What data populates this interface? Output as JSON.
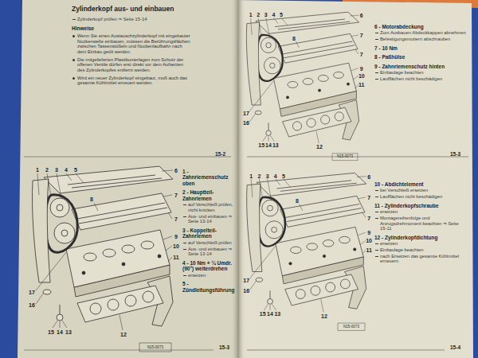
{
  "diagram": {
    "title": "Zylinderkopf aus- und einbauen",
    "labels": [
      "Zylinderkopf prüfen ⇒ Seite 15-14",
      "Hinweise",
      "Wenn Sie einen Austauschzylinderkopf mit eingebauter Nockenwelle einbauen, müssen die Berührungsflächen zwischen Tassenstößeln und Nockenlaufbahn nach dem Einbau geölt werden.",
      "Die mitgelieferten Plastikunterlagen zum Schutz der offenen Ventile dürfen erst direkt vor dem Aufsetzen des Zylinderkopfes entfernt werden.",
      "Wird ein neuer Zylinderkopf eingebaut, muß auch das gesamte Kühlmittel erneuert werden.",
      "1 - Zahnriemenschutz oben",
      "2 - Hauptteil-Zahnriemen",
      "auf Verschleiß prüfen, nicht knicken",
      "Aus- und einbauen ⇒ Seite 13-14",
      "3 - Koppelteil-Zahnriemen",
      "auf Verschleiß prüfen",
      "Aus- und einbauen ⇒ Seite 13-14",
      "4 - 10 Nm + ¼ Umdr. (90°) weiterdrehen",
      "ersetzen",
      "5 - Zündleitungsführung",
      "6 - Motorabdeckung",
      "Zum Ausbauen Abdeckkappen abnehmen",
      "Befestigungsmuttern abschrauben",
      "7 - 10 Nm",
      "8 - Paßhülse",
      "9 - Zahnriemenschutz hinten",
      "Einbaulage beachten",
      "Laufflächen nicht beschädigen",
      "10 - Abdichtelement",
      "bei Verschleiß ersetzen",
      "Laufflächen nicht beschädigen",
      "11 - Zylinderkopfschraube",
      "ersetzen",
      "Montagereihenfolge und Anzugsdrehmoment beachten ⇒ Seite 15-11",
      "12 - Zylinderkopfdichtung",
      "ersetzen",
      "Einbaulage beachten",
      "nach Ersetzen das gesamte Kühlmittel erneuern",
      "15-2",
      "15-3",
      "15-3",
      "15-4",
      "1",
      "2",
      "3",
      "4",
      "5",
      "6",
      "7",
      "7",
      "8",
      "9",
      "10",
      "11",
      "17",
      "16",
      "15",
      "14",
      "13",
      "12",
      "N15-0073",
      "1",
      "2",
      "3",
      "4",
      "5",
      "6",
      "7",
      "7",
      "8",
      "9",
      "10",
      "11",
      "17",
      "16",
      "15",
      "14",
      "13",
      "12",
      "N15-0073",
      "1",
      "2",
      "3",
      "4",
      "5",
      "6",
      "7",
      "7",
      "8",
      "9",
      "10",
      "11",
      "17",
      "16",
      "15",
      "14",
      "13",
      "12",
      "N15-0073"
    ]
  }
}
